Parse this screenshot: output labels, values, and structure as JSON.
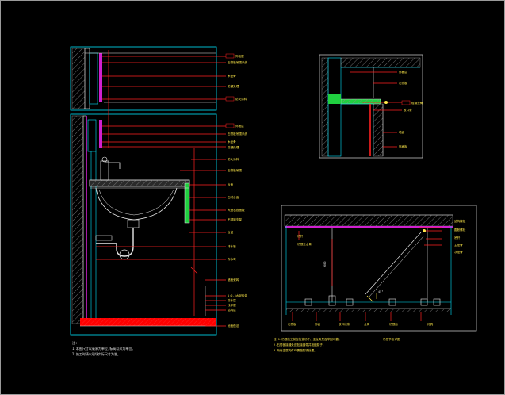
{
  "window": {
    "background": "#000000",
    "frame_color": "#9a9a9a"
  },
  "colors": {
    "outline": "#00e5ff",
    "leader": "#ff2020",
    "wall": "#e8e8e8",
    "label": "#ffe94a",
    "accent_green": "#20d040",
    "accent_magenta": "#d020d0",
    "fill_red": "#ff0000",
    "hatch_grey": "#888888",
    "panel_border": "#bdbdbd"
  },
  "left_elevation": {
    "upper_labels": [
      "饰面层",
      "石膏板吊顶系统",
      "木龙骨",
      "防潮处理",
      "防火涂料"
    ],
    "middle_labels": [
      "饰面层",
      "石膏板吊顶系统",
      "木龙骨",
      "防潮处理",
      "防火涂料",
      "石膏板吊顶"
    ],
    "right_labels": [
      "台面",
      "石材台面",
      "大理石台面板",
      "不锈钢支架",
      "台盆",
      "排水管",
      "存水弯"
    ],
    "lower_labels": [
      "墙面瓷砖",
      "1:2.5水泥砂浆",
      "防水层",
      "找平层",
      "结构层",
      "地面做法"
    ],
    "notes": [
      "注:",
      "1.本图尺寸以毫米为单位,标高以米为单位。",
      "2.施工时请以现场实际尺寸为准。"
    ]
  },
  "top_right_detail": {
    "labels": [
      "饰面层",
      "石膏板",
      "轻钢龙骨",
      "收口条",
      "墙面",
      "饰面板"
    ]
  },
  "bottom_right_section": {
    "left_labels": [
      "吊杆",
      "吊顶主龙骨"
    ],
    "right_labels": [
      "结构楼板",
      "膨胀螺栓",
      "吊杆",
      "主龙骨",
      "次龙骨"
    ],
    "bottom_labels": [
      "石膏板",
      "饰面",
      "收口线条",
      "龙骨",
      "吊顶面",
      "灯具"
    ],
    "dimension": "600",
    "notes": [
      "注:1.吊顶施工前应检查吊杆、主龙骨是否牢固可靠。",
      "2.石膏板接缝处应贴接缝带并批嵌腻子。",
      "3.所有金属构件均需做防锈处理。"
    ],
    "caption": "吊顶节点详图"
  }
}
